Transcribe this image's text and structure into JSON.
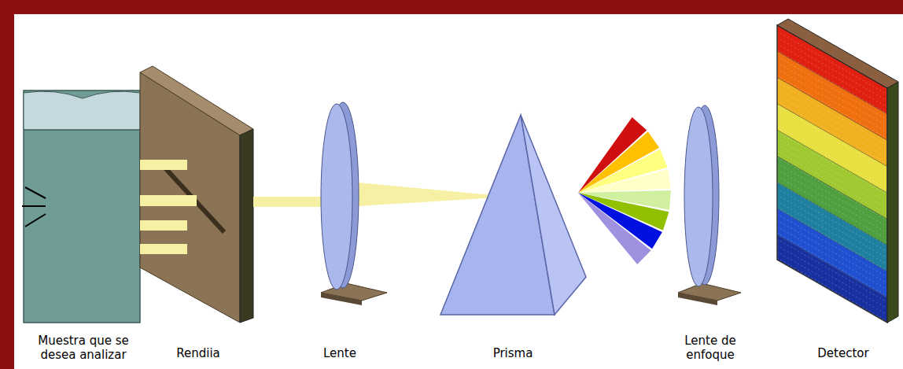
{
  "diagram": {
    "labels": [
      "Muestra que se desea analizar",
      "Rendiia",
      "Lente",
      "Prisma",
      "Lente de enfoque",
      "Detector"
    ]
  }
}
